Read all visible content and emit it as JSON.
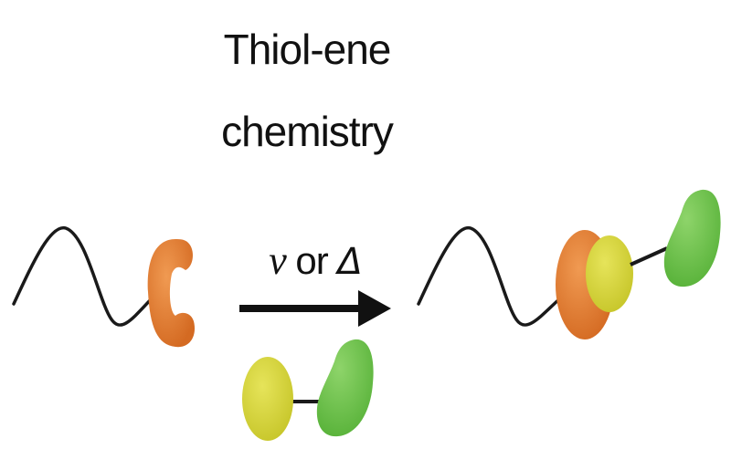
{
  "diagram": {
    "title_line1": "Thiol-ene",
    "title_line2": "chemistry",
    "conditions": {
      "nu": "ν",
      "or": "or",
      "delta": "Δ"
    },
    "colors": {
      "orange": "#e07a30",
      "yellow": "#d9d63a",
      "green": "#6cc24a",
      "line": "#1a1a1a"
    }
  }
}
